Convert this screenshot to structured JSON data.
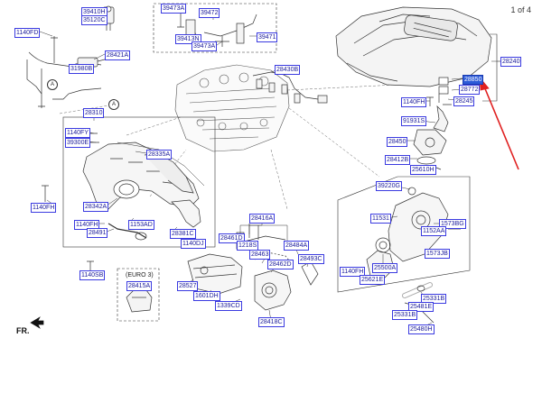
{
  "page_indicator": "1 of 4",
  "direction_label": "FR.",
  "variant_label": "(EURO 3)",
  "circle_labels": {
    "a_top": "A",
    "a_mid": "A"
  },
  "colors": {
    "callout_border": "#3a3ae0",
    "callout_text": "#1a1a9a",
    "highlight": "#2d5bd8",
    "arrow": "#e02020",
    "line": "#333333"
  },
  "callouts": {
    "c39410h": "39410H",
    "c35120c": "35120C",
    "c1140fd": "1140FD",
    "c28421a": "28421A",
    "c31980b": "31980B",
    "c39473a_a": "39473A",
    "c39472": "39472",
    "c39413n": "39413N",
    "c39473a_b": "39473A",
    "c39471": "39471",
    "c28430b": "28430B",
    "c28310": "28310",
    "c1140fy": "1140FY",
    "c39300e": "39300E",
    "c28335a": "28335A",
    "c1140fh_left": "1140FH",
    "c28342a": "28342A",
    "c1140fh_mid": "1140FH",
    "c28491": "28491",
    "c1153ad": "1153AD",
    "c28381c": "28381C",
    "c1140dj": "1140DJ",
    "c1140sb": "1140SB",
    "c28415a": "28415A",
    "c28416a": "28416A",
    "c28461d": "28461D",
    "c1218s": "1218S",
    "c28463": "28463",
    "c28484a": "28484A",
    "c28462d": "28462D",
    "c28493c": "28493C",
    "c28527": "28527",
    "c1601dh": "1601DH",
    "c1339cd": "1339CD",
    "c28418c": "28418C",
    "c28240": "28240",
    "c28850": "28850",
    "c28772": "28772",
    "c1140fh_right": "1140FH",
    "c28245": "28245",
    "c91931s": "91931S",
    "c28450": "28450",
    "c28412b": "28412B",
    "c25610h": "25610H",
    "c39220g": "39220G",
    "c11531": "11531",
    "c15738g": "1573BG",
    "c1152aa": "1152AA",
    "c1573jb": "1573JB",
    "c25500a": "25500A",
    "c1140fh_low": "1140FH",
    "c25621e": "25621E",
    "c25331b": "25331B",
    "c25481e": "25481E",
    "c25331b_b": "25331B",
    "c25480h": "25480H"
  }
}
